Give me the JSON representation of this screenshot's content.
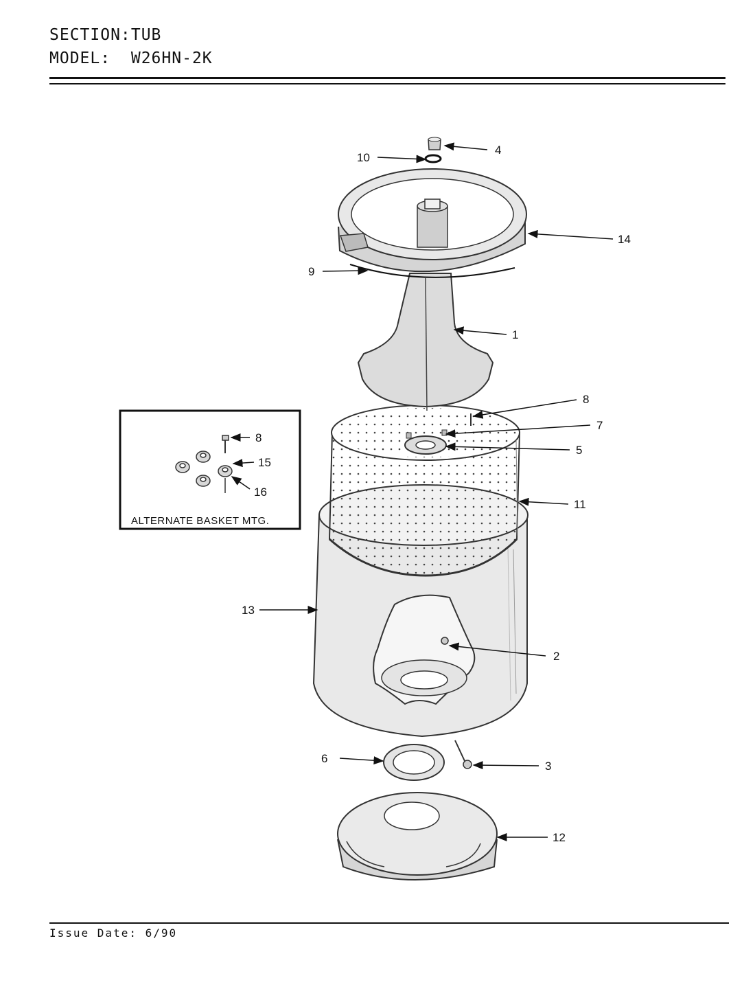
{
  "header": {
    "section_label": "SECTION:",
    "section_value": "TUB",
    "model_label": "MODEL:",
    "model_value": "W26HN-2K"
  },
  "inset": {
    "title": "ALTERNATE BASKET MTG.",
    "callouts": [
      "8",
      "15",
      "16"
    ]
  },
  "callouts": {
    "c1": "1",
    "c2": "2",
    "c3": "3",
    "c4": "4",
    "c5": "5",
    "c6": "6",
    "c7": "7",
    "c8": "8",
    "c9": "9",
    "c10": "10",
    "c11": "11",
    "c12": "12",
    "c13": "13",
    "c14": "14"
  },
  "footer": {
    "issue_date": "Issue Date: 6/90"
  }
}
